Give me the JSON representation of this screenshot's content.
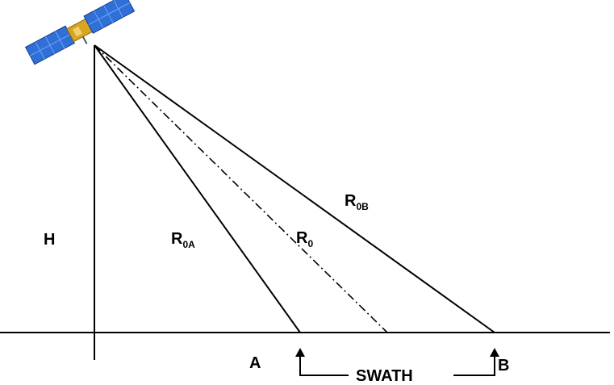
{
  "labels": {
    "height": "H",
    "range_a_main": "R",
    "range_a_sub": "0A",
    "range_center_main": "R",
    "range_center_sub": "0",
    "range_b_main": "R",
    "range_b_sub": "0B",
    "point_a": "A",
    "point_b": "B",
    "swath": "SWATH"
  },
  "colors": {
    "line": "#000000",
    "satellite_panel": "#2f6fd6",
    "satellite_panel_light": "#6aa6ff",
    "satellite_body": "#d9a520"
  },
  "icons": {
    "satellite": "satellite-icon",
    "arrow_a": "arrow-up-icon",
    "arrow_b": "arrow-up-icon"
  }
}
